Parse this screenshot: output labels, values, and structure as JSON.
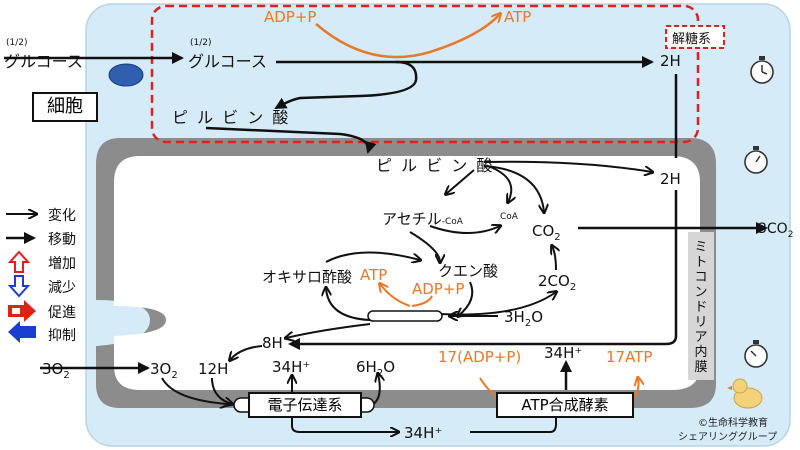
{
  "labels": {
    "glucose_outside": "グルコース",
    "glucose_outside_coef": "(1/2)",
    "glucose_inside": "グルコース",
    "glucose_inside_coef": "(1/2)",
    "cell": "細胞",
    "pyruvate_cyto": "ピ ル ビ ン 酸",
    "pyruvate_mito": "ピ ル ビ ン 酸",
    "adp_p_top": "ADP+P",
    "atp_top": "ATP",
    "glycolysis": "解糖系",
    "h2_top": "2H",
    "h2_mid": "2H",
    "acetyl": "アセチル",
    "acetyl_sub": "-CoA",
    "coa": "CoA",
    "co2": "CO",
    "co2_sub": "2",
    "co2_3": "3CO",
    "co2_3_sub": "2",
    "two_co2": "2CO",
    "two_co2_sub": "2",
    "oxaloacetate": "オキサロ酢酸",
    "citrate": "クエン酸",
    "atp_cycle": "ATP",
    "adp_p_cycle": "ADP+P",
    "h2o_3": "3H",
    "h2o_3_sub": "2",
    "h2o_3_tail": "O",
    "h8": "8H",
    "o2_out": "3O",
    "o2_out_sub": "2",
    "o2_in": "3O",
    "o2_in_sub": "2",
    "h12": "12H",
    "h34_plus": "34H⁺",
    "h2o_6": "6H",
    "h2o_6_sub": "2",
    "h2o_6_tail": "O",
    "adp_p_17": "17(ADP+P)",
    "h34_plus_b": "34H⁺",
    "atp_17": "17ATP",
    "etc": "電子伝達系",
    "atp_synthase": "ATP合成酵素",
    "h34_plus_bottom": "34H⁺",
    "inner_membrane": "ミトコンドリア内膜",
    "copyright_line1": "©生命科学教育",
    "copyright_line2": "シェアリンググループ"
  },
  "legend": [
    {
      "label": "変化",
      "icon": "thin-arrow-icon"
    },
    {
      "label": "移動",
      "icon": "thick-arrow-icon"
    },
    {
      "label": "増加",
      "icon": "up-hollow-arrow-icon",
      "color": "#e0201b"
    },
    {
      "label": "減少",
      "icon": "down-hollow-arrow-icon",
      "color": "#1a3fd0"
    },
    {
      "label": "促進",
      "icon": "right-block-arrow-icon",
      "color": "#e0201b"
    },
    {
      "label": "抑制",
      "icon": "left-block-arrow-icon",
      "color": "#1a3fd0"
    }
  ],
  "colors": {
    "cytoplasm": "#d6ebf8",
    "mito_membrane": "#8c8c8c",
    "matrix": "#ffffff",
    "glycolysis_border": "#e0201b",
    "orange": "#e8782a",
    "black": "#111111"
  }
}
